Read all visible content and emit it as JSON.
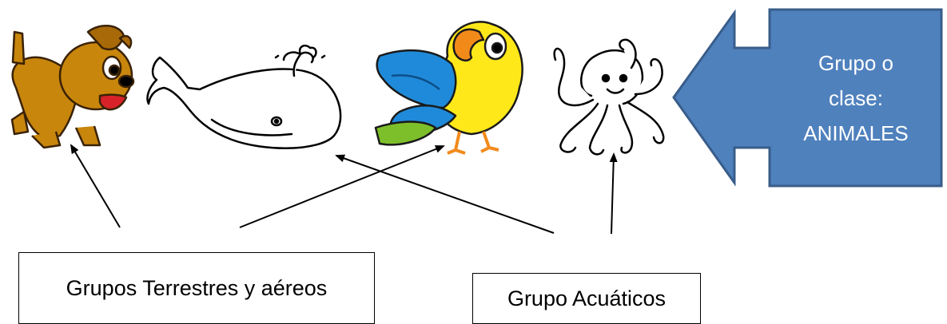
{
  "callout": {
    "lines": [
      "Grupo o",
      "clase:",
      "ANIMALES"
    ],
    "fill_color": "#4f81bd",
    "border_color": "#385d8a"
  },
  "labels": {
    "terrestrial": "Grupos Terrestres y aéreos",
    "aquatic": "Grupo Acuáticos"
  },
  "animals": [
    {
      "name": "dog",
      "icon": "dog-icon"
    },
    {
      "name": "whale",
      "icon": "whale-icon"
    },
    {
      "name": "parrot",
      "icon": "parrot-icon"
    },
    {
      "name": "octopus",
      "icon": "octopus-icon"
    }
  ],
  "colors": {
    "dog": "#c8860c",
    "parrot_body": "#ffe81a",
    "parrot_wing": "#1f8ad9",
    "parrot_beak": "#f28a1a"
  }
}
